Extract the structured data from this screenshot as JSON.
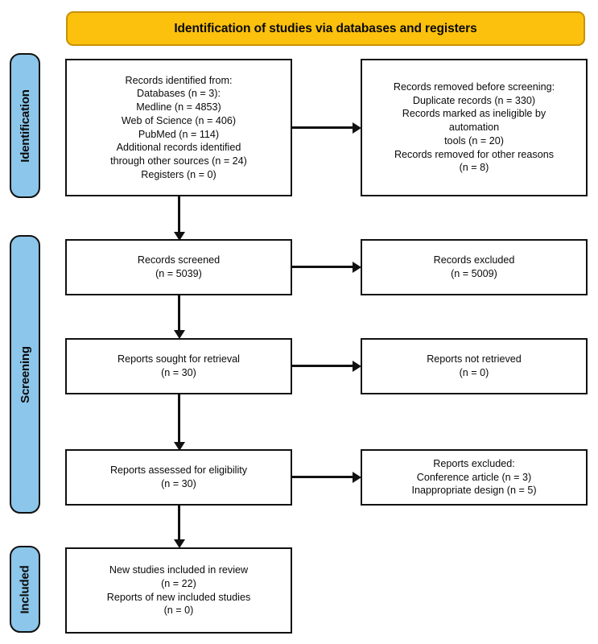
{
  "diagram": {
    "title": "Identification of studies via databases and registers",
    "colors": {
      "banner_fill": "#FCC10D",
      "banner_border": "#C89105",
      "stage_fill": "#8CC6EA",
      "line": "#111111",
      "box_fill": "#FFFFFF"
    }
  },
  "stages": [
    {
      "id": "identification",
      "label": "Identification"
    },
    {
      "id": "screening",
      "label": "Screening"
    },
    {
      "id": "included",
      "label": "Included"
    }
  ],
  "nodes": {
    "records_identified": "Records identified from:\nDatabases (n = 3):\nMedline (n = 4853)\nWeb of Science (n = 406)\nPubMed (n = 114)\nAdditional records identified\nthrough other sources (n = 24)\nRegisters (n = 0)",
    "records_removed": "Records removed before screening:\nDuplicate records (n = 330)\nRecords marked as ineligible by\nautomation\ntools (n = 20)\nRecords removed for other reasons\n(n = 8)",
    "records_screened": "Records screened\n(n = 5039)",
    "records_excluded": "Records excluded\n(n = 5009)",
    "reports_sought": "Reports sought for retrieval\n(n = 30)",
    "reports_not_retrieved": "Reports not retrieved\n(n = 0)",
    "reports_assessed": "Reports assessed for eligibility\n(n = 30)",
    "reports_excluded": "Reports excluded:\nConference article (n = 3)\nInappropriate design (n = 5)",
    "new_studies_included": "New studies included in review\n(n = 22)\nReports of new included studies\n(n = 0)"
  },
  "counts": {
    "databases": 3,
    "medline": 4853,
    "web_of_science": 406,
    "pubmed": 114,
    "additional_records": 24,
    "registers": 0,
    "duplicate_records": 330,
    "automation_tools": 20,
    "other_reasons": 8,
    "records_screened": 5039,
    "records_excluded": 5009,
    "reports_sought": 30,
    "reports_not_retrieved": 0,
    "reports_assessed": 30,
    "conference_article": 3,
    "inappropriate_design": 5,
    "new_studies": 22,
    "reports_of_new_studies": 0
  }
}
